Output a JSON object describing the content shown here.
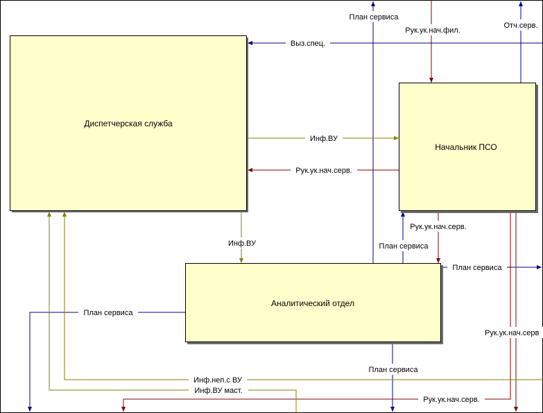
{
  "blocks": {
    "dispatch": "Диспетчерская служба",
    "head": "Начальник ПСО",
    "analytics": "Аналитический отдел"
  },
  "labels": {
    "plan_top": "План сервиса",
    "ruk_fil": "Рук.ук.нач.фил.",
    "otch": "Отч.серв.",
    "vyz": "Выз.спец.",
    "inf_vu_right": "Инф.ВУ",
    "ruk_serv_left": "Рук.ук.нач.серв.",
    "inf_vu_down": "Инф.ВУ",
    "ruk_serv_below_head": "Рук.ук.нач.серв.",
    "plan_mid": "План сервиса",
    "plan_right": "План сервиса",
    "plan_left": "План сервиса",
    "ruk_serv_right_edge": "Рук.ук.нач.серв",
    "plan_bottom": "План сервиса",
    "inf_nep": "Инф.неп.с ВУ",
    "inf_mast": "Инф.ВУ маст.",
    "ruk_serv_bottom": "Рук.ук.нач.серв."
  },
  "colors": {
    "box_fill": "#ffffcc",
    "box_border": "#000000",
    "shadow": "#6e6e6e",
    "blue": "#000080",
    "red": "#800000",
    "olive": "#808000"
  }
}
